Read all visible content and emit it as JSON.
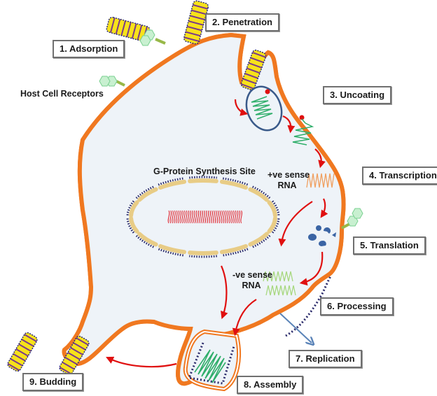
{
  "diagram": {
    "stages": [
      {
        "id": "adsorption",
        "label": "1. Adsorption"
      },
      {
        "id": "penetration",
        "label": "2. Penetration"
      },
      {
        "id": "uncoating",
        "label": "3. Uncoating"
      },
      {
        "id": "transcription",
        "label": "4. Transcription"
      },
      {
        "id": "translation",
        "label": "5. Translation"
      },
      {
        "id": "processing",
        "label": "6. Processing"
      },
      {
        "id": "replication",
        "label": "7. Replication"
      },
      {
        "id": "assembly",
        "label": "8. Assembly"
      },
      {
        "id": "budding",
        "label": "9. Budding"
      }
    ],
    "annotations": {
      "host_cell_receptors": "Host Cell Receptors",
      "g_protein_site": "G-Protein Synthesis Site",
      "positive_rna_line1": "+ve sense",
      "positive_rna_line2": "RNA",
      "negative_rna_line1": "-ve sense",
      "negative_rna_line2": "RNA"
    },
    "colors": {
      "membrane": "#f07820",
      "cytoplasm": "#eef3f8",
      "virion_fill": "#f7e21a",
      "virion_stripe": "#7a3a8a",
      "virion_border": "#2a2a7a",
      "arrow_red": "#e01010",
      "arrow_blue": "#5b84b8",
      "rna_green": "#2fae6a",
      "rna_orange": "#f0a060",
      "rna_light_green": "#a8d880",
      "nucleus_segment": "#e8cc86",
      "glycoprotein_spike": "#2a2a6a",
      "ribosome_blue": "#3a64a4",
      "receptor_hex": "#c8f0d0",
      "receptor_stem": "#98b848",
      "dna_red": "#e0303a",
      "envelope_circle": "#3a5a8a"
    }
  }
}
